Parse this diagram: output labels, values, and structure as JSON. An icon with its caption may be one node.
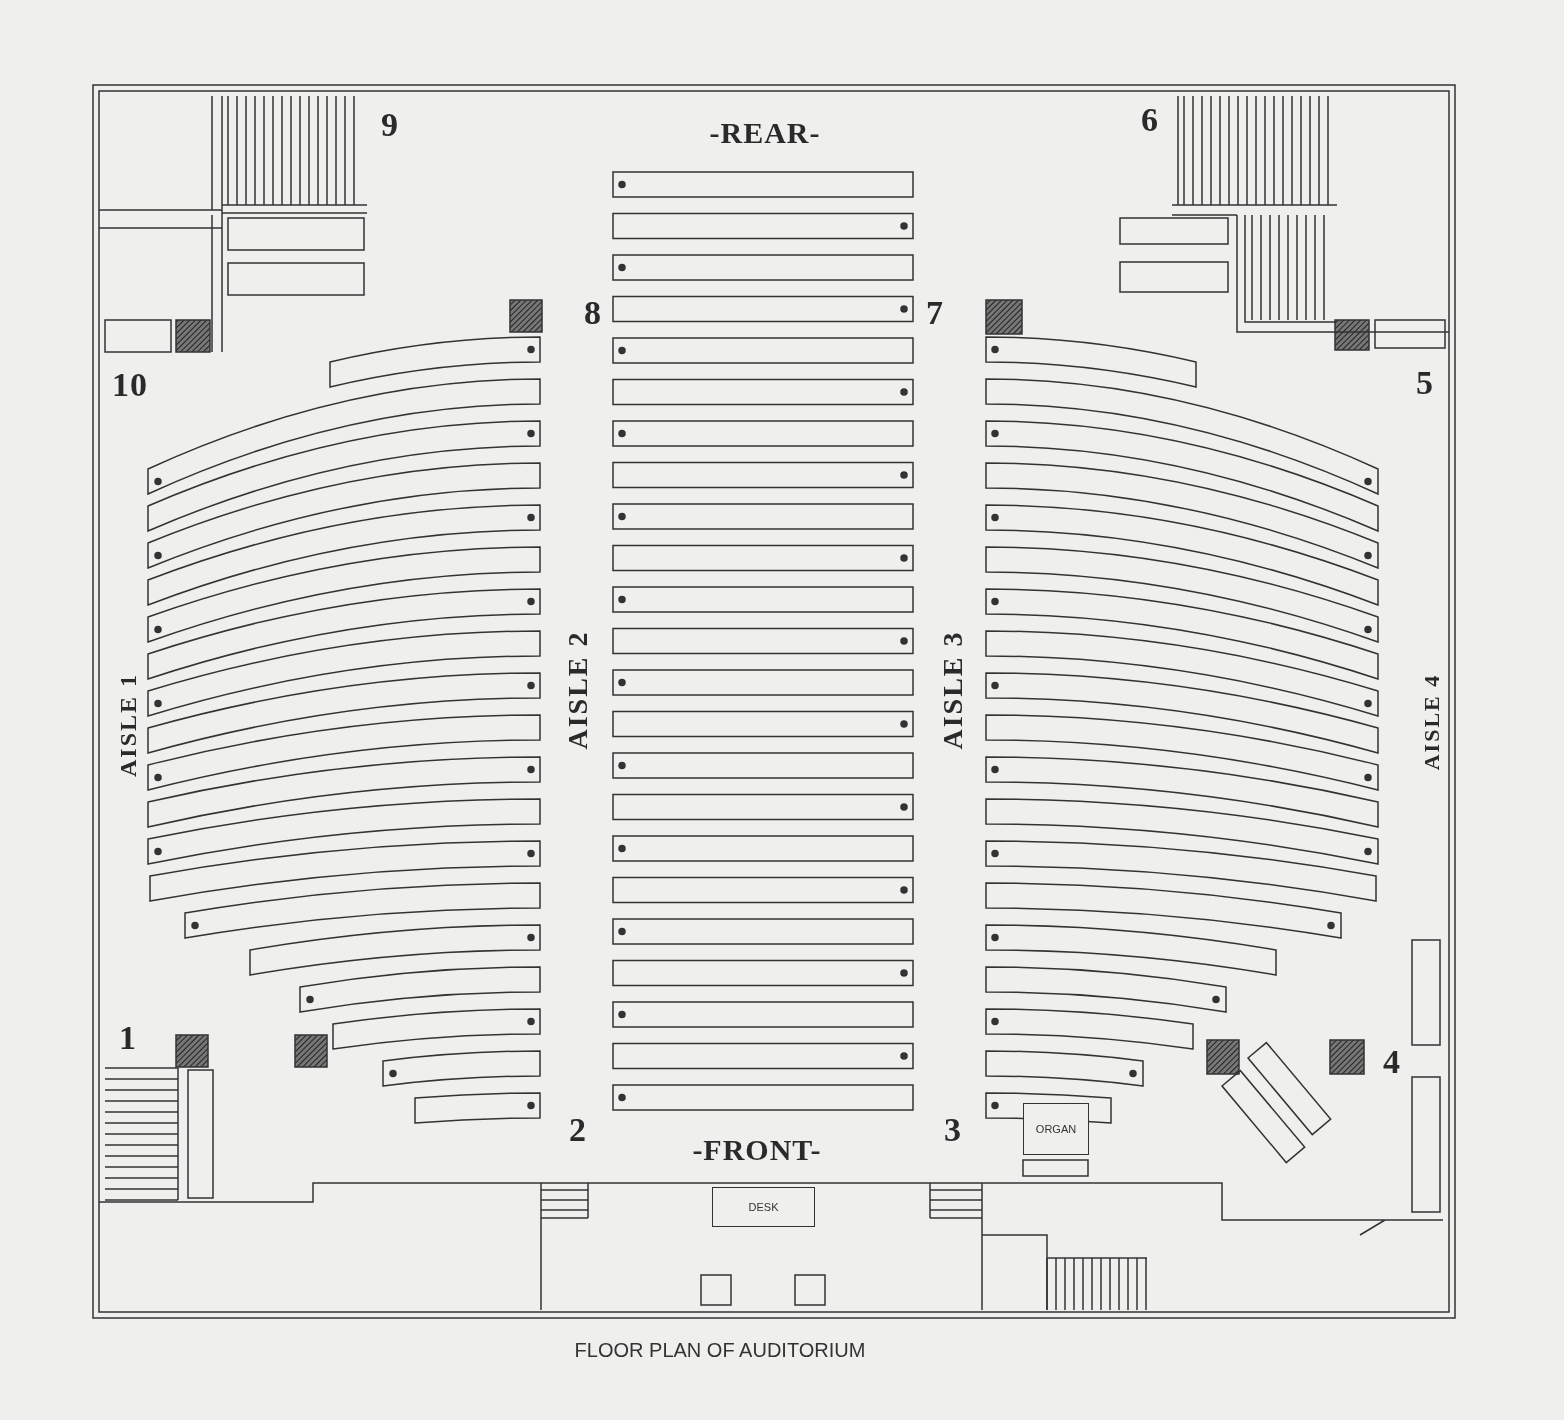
{
  "diagram": {
    "caption": "FLOOR PLAN OF AUDITORIUM",
    "nodes": [
      {
        "text": [
          "ORGAN"
        ]
      },
      {
        "text": [
          "DESK"
        ]
      }
    ],
    "labels": [
      "9",
      "-REAR-",
      "6",
      "8",
      "7",
      "10",
      "5",
      "AISLE 1",
      "AISLE 2",
      "AISLE 3",
      "AISLE 4",
      "1",
      "4",
      "2",
      "3",
      "-FRONT-"
    ]
  }
}
